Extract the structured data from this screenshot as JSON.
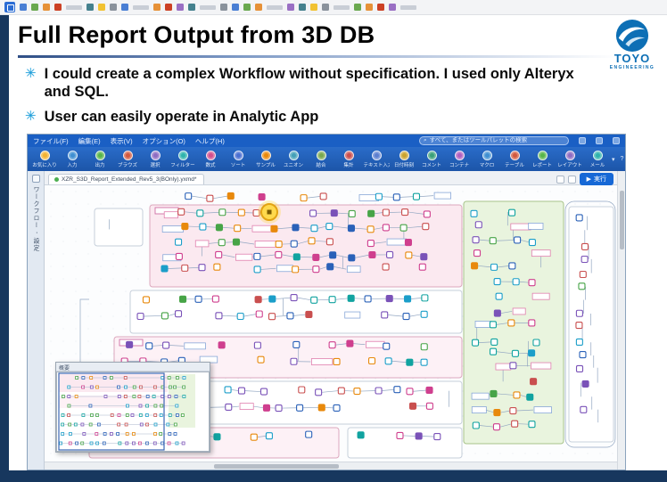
{
  "slide": {
    "title": "Full Report Output from 3D DB",
    "bullets": [
      "I could create a complex Workflow without specification. I used only Alteryx and SQL.",
      "User can easily operate in Analytic App"
    ],
    "logo": {
      "brand": "TOYO",
      "tagline": "ENGINEERING"
    }
  },
  "app": {
    "menus": [
      "ファイル(F)",
      "編集(E)",
      "表示(V)",
      "オプション(O)",
      "ヘルプ(H)"
    ],
    "search_placeholder": "すべて、またはツールパレットの検索",
    "palette_tools": [
      "お気に入り",
      "入力",
      "出力",
      "ブラウズ",
      "選択",
      "フィルター",
      "数式",
      "ソート",
      "サンプル",
      "ユニオン",
      "結合",
      "集計",
      "テキスト入力",
      "日付時刻",
      "コメント",
      "コンテナ",
      "マクロ",
      "テーブル",
      "レポート",
      "レイアウト",
      "メール"
    ],
    "left_panel_title": "ワークフロー - 設定",
    "canvas_tab": "XZR_S3D_Report_Extended_Rev5_3(BOnly).yxmd*",
    "run_label": "実行",
    "overview_label": "概要"
  },
  "colors": {
    "frame_navy": "#17375e",
    "menu_blue": "#1a5fc4",
    "accent_blue": "#1668d6",
    "bullet_cyan": "#1f9cd8",
    "logo_blue": "#0d6fb5"
  }
}
